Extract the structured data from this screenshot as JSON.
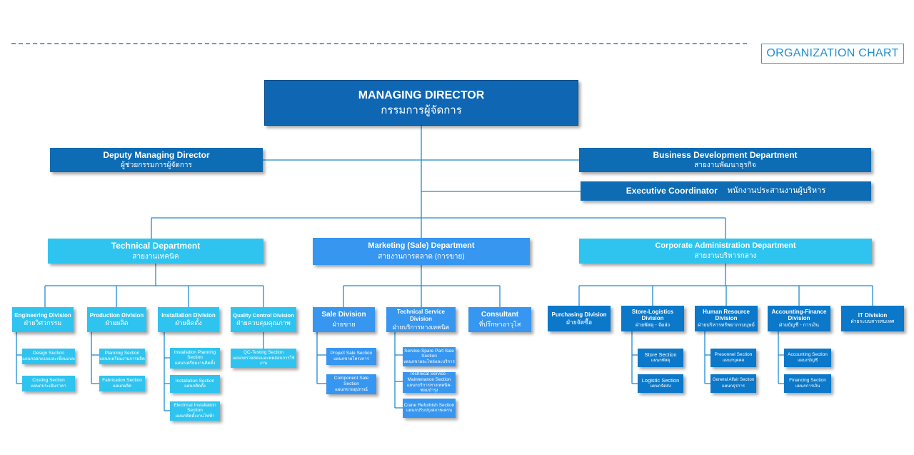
{
  "title": "ORGANIZATION CHART",
  "colors": {
    "line": "#1e8bd1",
    "dark": "#0d6cb4",
    "cyan": "#2fc4ef",
    "blue": "#3796f0"
  },
  "top": {
    "md_en": "MANAGING DIRECTOR",
    "md_th": "กรรมการผู้จัดการ",
    "deputy_en": "Deputy Managing Director",
    "deputy_th": "ผู้ช่วยกรรมการผู้จัดการ",
    "bizdev_en": "Business Development Department",
    "bizdev_th": "สายงานพัฒนาธุรกิจ",
    "exec_en": "Executive Coordinator",
    "exec_th": "พนักงานประสานงานผู้บริหาร"
  },
  "departments": {
    "technical": {
      "en": "Technical Department",
      "th": "สายงานเทคนิค"
    },
    "marketing": {
      "en": "Marketing (Sale) Department",
      "th": "สายงานการตลาด (การขาย)"
    },
    "corporate": {
      "en": "Corporate Administration Department",
      "th": "สายงานบริหารกลาง"
    }
  },
  "divisions": {
    "engineering": {
      "en": "Engineering Division",
      "th": "ฝ่ายวิศวกรรม"
    },
    "production": {
      "en": "Production Division",
      "th": "ฝ่ายผลิต"
    },
    "installation": {
      "en": "Installation Division",
      "th": "ฝ่ายติดตั้ง"
    },
    "qc": {
      "en": "Quality Control Division",
      "th": "ฝ่ายควบคุมคุณภาพ"
    },
    "sale": {
      "en": "Sale Division",
      "th": "ฝ่ายขาย"
    },
    "techservice": {
      "en": "Technical Service Division",
      "th": "ฝ่ายบริการทางเทคนิค"
    },
    "consultant": {
      "en": "Consultant",
      "th": "ที่ปรึกษาอาวุโส"
    },
    "purchasing": {
      "en": "Purchasing Division",
      "th": "ฝ่ายจัดซื้อ"
    },
    "store": {
      "en": "Store-Logistics Division",
      "th": "ฝ่ายพัสดุ - จัดส่ง"
    },
    "hr": {
      "en": "Human Resource Division",
      "th": "ฝ่ายบริหารทรัพยากรมนุษย์"
    },
    "accounting": {
      "en": "Accounting-Finance Division",
      "th": "ฝ่ายบัญชี - การเงิน"
    },
    "it": {
      "en": "IT Division",
      "th": "ฝ่ายระบบสารสนเทศ"
    }
  },
  "sections": {
    "design": {
      "en": "Design Section",
      "th": "แผนกออกแบบและเขียนแบบ"
    },
    "costing": {
      "en": "Costing Section",
      "th": "แผนกประเมินราคา"
    },
    "planning": {
      "en": "Planning Section",
      "th": "แผนกเตรียมงานการผลิต"
    },
    "fabrication": {
      "en": "Fabrication Section",
      "th": "แผนกผลิต"
    },
    "inst_planning": {
      "en": "Installation Planning Section",
      "th": "แผนกเตรียมงานติดตั้ง"
    },
    "inst_section": {
      "en": "Installation Section",
      "th": "แผนกติดตั้ง"
    },
    "electrical": {
      "en": "Electrical Installation Section",
      "th": "แผนกติดตั้งงานไฟฟ้า"
    },
    "qc_testing": {
      "en": "QC-Testing Section",
      "th": "แผนกตรวจสอบและทดสอบการใช้งาน"
    },
    "project_sale": {
      "en": "Project Sale Section",
      "th": "แผนกขายโครงการ"
    },
    "component_sale": {
      "en": "Component Sale Section",
      "th": "แผนกขายอุปกรณ์"
    },
    "spare_part": {
      "en": "Service-Spare Part Sale Section",
      "th": "แผนกขายอะไหล่และบริการ"
    },
    "maintenance": {
      "en": "Technical Service - Maintenance Section",
      "th": "แผนกบริการทางเทคนิค-ซ่อมบำรุง"
    },
    "crane": {
      "en": "Crane Refurbish Section",
      "th": "แผนกปรับปรุงสภาพเครน"
    },
    "store_section": {
      "en": "Store Section",
      "th": "แผนกพัสดุ"
    },
    "logistic": {
      "en": "Logistic Section",
      "th": "แผนกจัดส่ง"
    },
    "personnel": {
      "en": "Presonnel Section",
      "th": "แผนกบุคคล"
    },
    "general_affair": {
      "en": "General Affair Section",
      "th": "แผนกธุรการ"
    },
    "acct_section": {
      "en": "Accounting Section",
      "th": "แผนกบัญชี"
    },
    "financing": {
      "en": "Financing Section",
      "th": "แผนกการเงิน"
    }
  }
}
